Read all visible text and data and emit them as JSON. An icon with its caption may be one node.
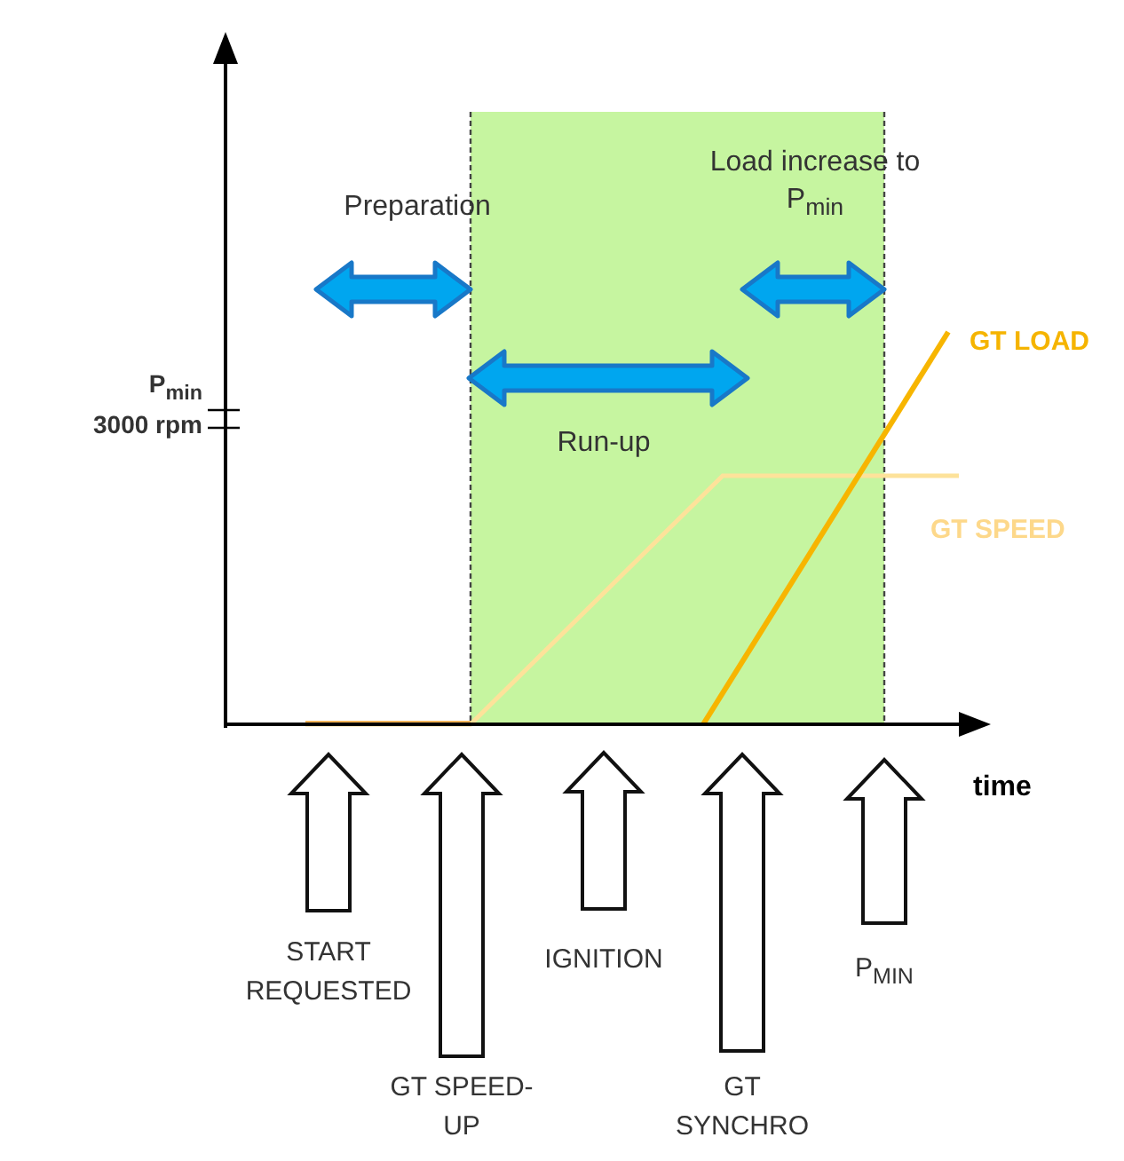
{
  "diagram": {
    "nodes": [
      {
        "text": [
          "START REQUESTED"
        ]
      },
      {
        "text": [
          "GT SPEED-UP"
        ]
      },
      {
        "text": [
          "IGNITION"
        ]
      },
      {
        "text": [
          "GT SYNCHRO"
        ]
      },
      {
        "text": [
          "P$_{MIN}$"
        ]
      }
    ],
    "edges": [
      {
        "from": 0,
        "to": null,
        "arrow": "to"
      },
      {
        "from": 1,
        "to": null,
        "arrow": "to"
      },
      {
        "from": 2,
        "to": null,
        "arrow": "to"
      },
      {
        "from": 3,
        "to": null,
        "arrow": "to"
      },
      {
        "from": 4,
        "to": null,
        "arrow": "to"
      }
    ],
    "labels": [
      "Load increase to P$_{min}$",
      "Preparation",
      "P$_{min}$",
      "3000 rpm",
      "GT LOAD",
      "Run-up",
      "GT SPEED",
      "time"
    ]
  }
}
